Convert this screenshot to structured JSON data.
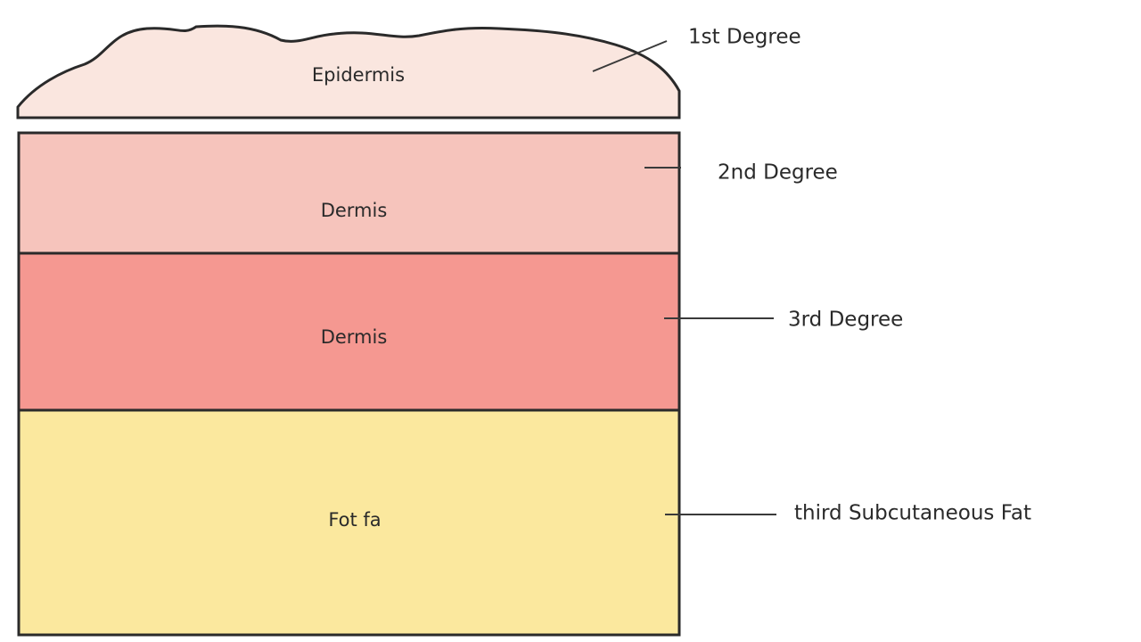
{
  "colors": {
    "epidermis": "#fae6df",
    "dermis_upper": "#f6c4bc",
    "dermis_lower": "#f59891",
    "fat": "#fbe89e",
    "outline": "#2a2a2a"
  },
  "layers": [
    {
      "id": "epidermis",
      "label": "Epidermis"
    },
    {
      "id": "dermis_upper",
      "label": "Dermis"
    },
    {
      "id": "dermis_lower",
      "label": "Dermis"
    },
    {
      "id": "fat",
      "label": "Fot fa"
    }
  ],
  "callouts": [
    {
      "id": "first_degree",
      "label": "1st Degree"
    },
    {
      "id": "second_degree",
      "label": "2nd Degree"
    },
    {
      "id": "third_degree",
      "label": "3rd Degree"
    },
    {
      "id": "subcutaneous",
      "label": "third Subcutaneous Fat"
    }
  ]
}
